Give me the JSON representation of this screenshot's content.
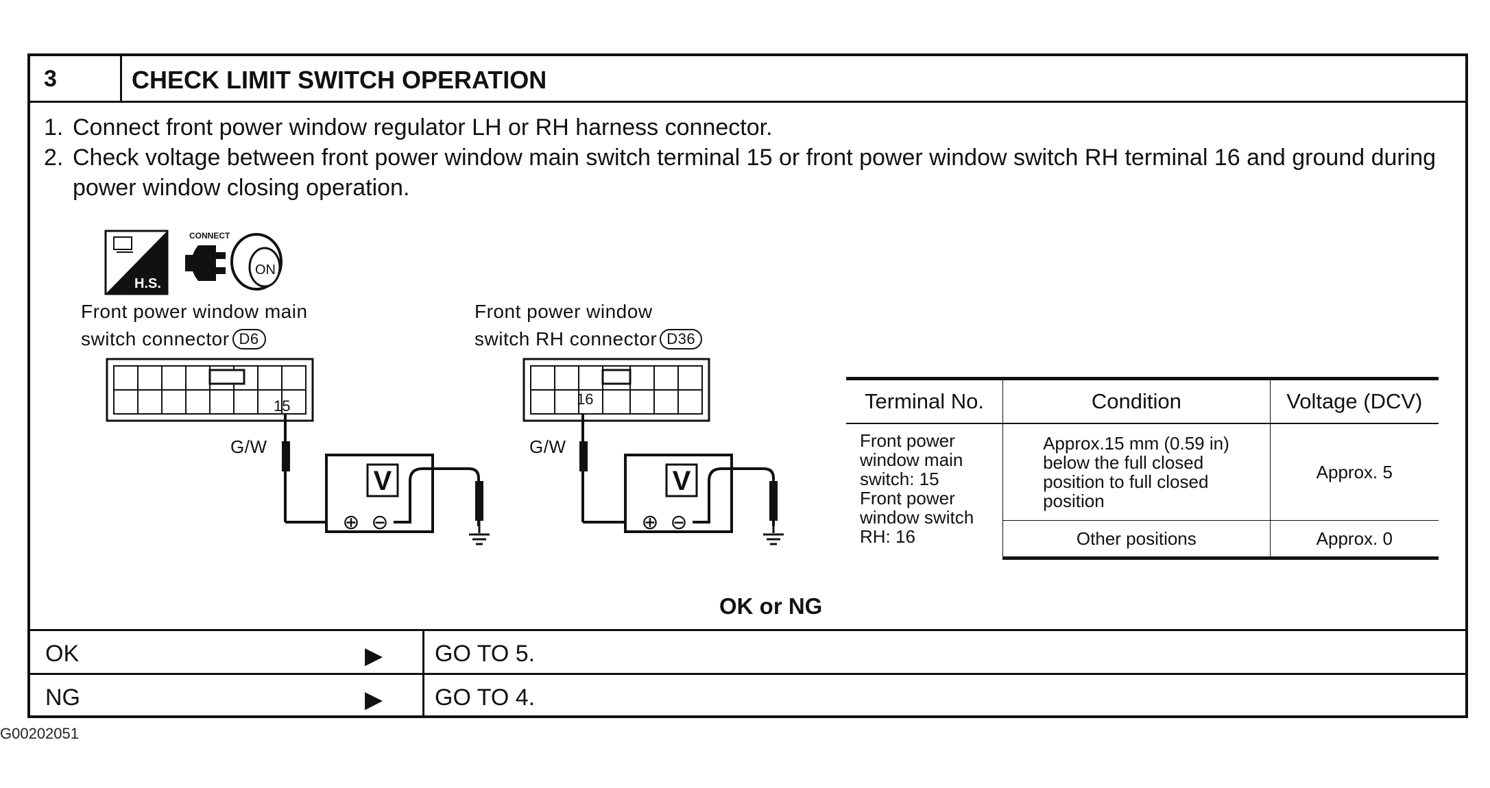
{
  "step": {
    "number": "3",
    "title": "CHECK LIMIT SWITCH OPERATION"
  },
  "instructions": [
    {
      "num": "1.",
      "text": "Connect front power window regulator LH or RH harness connector."
    },
    {
      "num": "2.",
      "text": "Check voltage between front power window main switch terminal 15 or front power window switch RH terminal 16 and ground during power window closing operation."
    }
  ],
  "icons": {
    "hs_label": "H.S.",
    "connect_label": "CONNECT",
    "ignition_label": "ON"
  },
  "connectors": [
    {
      "label_line1": "Front power window main",
      "label_line2": "switch connector",
      "ref": "D6",
      "terminal": "15",
      "wire": "G/W"
    },
    {
      "label_line1": "Front power window",
      "label_line2": "switch RH connector",
      "ref": "D36",
      "terminal": "16",
      "wire": "G/W"
    }
  ],
  "meter": {
    "symbol": "V",
    "plus": "⊕",
    "minus": "⊖"
  },
  "voltage_table": {
    "headers": [
      "Terminal No.",
      "Condition",
      "Voltage (DCV)"
    ],
    "terminal_lines": [
      "Front power",
      "window main",
      "switch: 15",
      "Front power",
      "window switch",
      "RH: 16"
    ],
    "rows": [
      {
        "condition_lines": [
          "Approx.15 mm (0.59 in)",
          "below the full closed",
          "position to full closed",
          "position"
        ],
        "voltage": "Approx. 5"
      },
      {
        "condition_lines": [
          "Other positions"
        ],
        "voltage": "Approx. 0"
      }
    ]
  },
  "result": {
    "title": "OK or NG",
    "rows": [
      {
        "label": "OK",
        "arrow": "▶",
        "action": "GO TO 5."
      },
      {
        "label": "NG",
        "arrow": "▶",
        "action": "GO TO 4."
      }
    ]
  },
  "figure_code": "G00202051"
}
